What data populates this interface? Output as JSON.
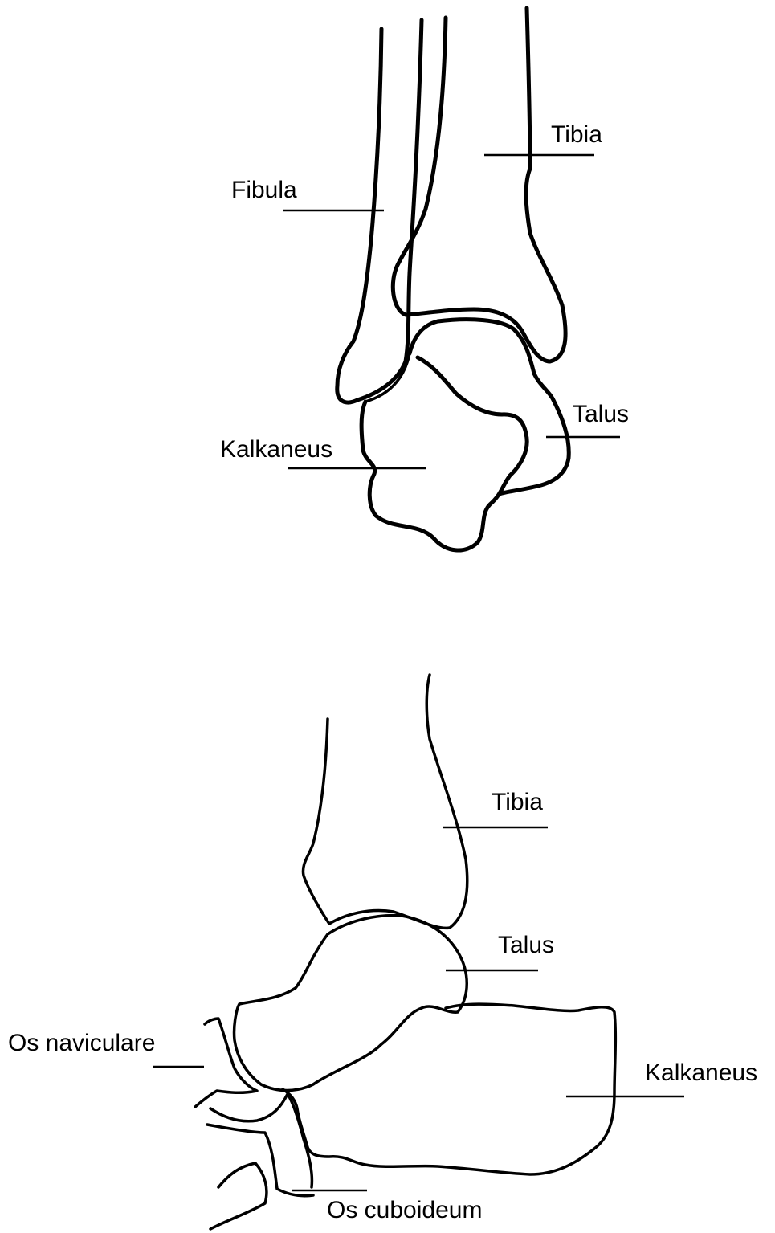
{
  "front_view": {
    "labels": {
      "tibia": "Tibia",
      "fibula": "Fibula",
      "talus": "Talus",
      "calcaneus": "Kalkaneus"
    }
  },
  "lateral_view": {
    "labels": {
      "tibia": "Tibia",
      "talus": "Talus",
      "navicular": "Os naviculare",
      "calcaneus": "Kalkaneus",
      "cuboid": "Os cuboideum"
    }
  }
}
